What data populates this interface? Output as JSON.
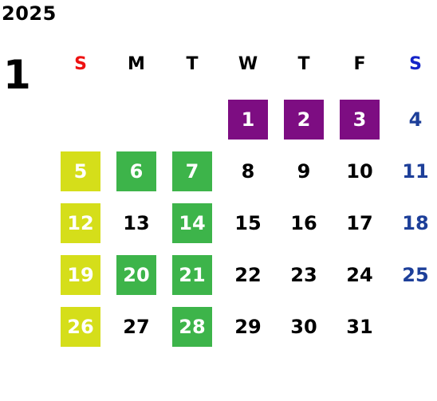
{
  "calendar": {
    "year": "2025",
    "month": "1",
    "weekdays": [
      "S",
      "M",
      "T",
      "W",
      "T",
      "F",
      "S"
    ],
    "weekday_colors": [
      "#ee1111",
      "#000000",
      "#000000",
      "#000000",
      "#000000",
      "#000000",
      "#1424c8"
    ],
    "first_weekday_index": 3,
    "colors": {
      "purple": "#7d0d82",
      "yellow_green": "#d5de1a",
      "green": "#3db44a",
      "saturday_text": "#1d3f99",
      "default_text": "#000000",
      "highlight_text": "#ffffff"
    },
    "days": [
      {
        "day": "1",
        "hl": "purple"
      },
      {
        "day": "2",
        "hl": "purple"
      },
      {
        "day": "3",
        "hl": "purple"
      },
      {
        "day": "4",
        "hl": null
      },
      {
        "day": "5",
        "hl": "yellow_green"
      },
      {
        "day": "6",
        "hl": "green"
      },
      {
        "day": "7",
        "hl": "green"
      },
      {
        "day": "8",
        "hl": null
      },
      {
        "day": "9",
        "hl": null
      },
      {
        "day": "10",
        "hl": null
      },
      {
        "day": "11",
        "hl": null
      },
      {
        "day": "12",
        "hl": "yellow_green"
      },
      {
        "day": "13",
        "hl": null
      },
      {
        "day": "14",
        "hl": "green"
      },
      {
        "day": "15",
        "hl": null
      },
      {
        "day": "16",
        "hl": null
      },
      {
        "day": "17",
        "hl": null
      },
      {
        "day": "18",
        "hl": null
      },
      {
        "day": "19",
        "hl": "yellow_green"
      },
      {
        "day": "20",
        "hl": "green"
      },
      {
        "day": "21",
        "hl": "green"
      },
      {
        "day": "22",
        "hl": null
      },
      {
        "day": "23",
        "hl": null
      },
      {
        "day": "24",
        "hl": null
      },
      {
        "day": "25",
        "hl": null
      },
      {
        "day": "26",
        "hl": "yellow_green"
      },
      {
        "day": "27",
        "hl": null
      },
      {
        "day": "28",
        "hl": "green"
      },
      {
        "day": "29",
        "hl": null
      },
      {
        "day": "30",
        "hl": null
      },
      {
        "day": "31",
        "hl": null
      }
    ]
  }
}
